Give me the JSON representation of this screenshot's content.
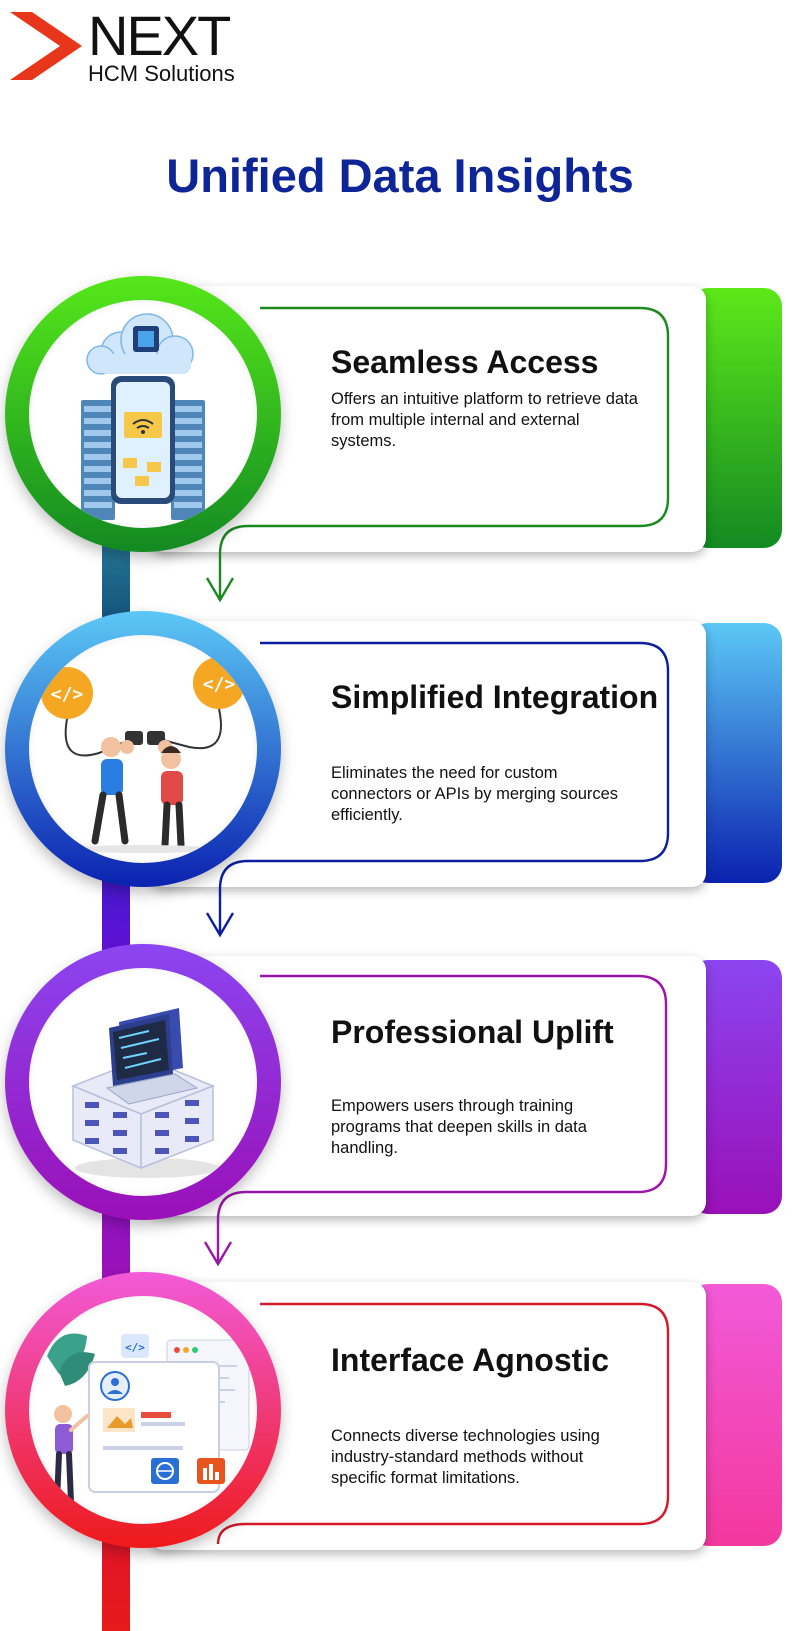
{
  "logo": {
    "wordmark": "NEXT",
    "subtitle": "HCM Solutions",
    "colors": {
      "chevron": "#e8361a",
      "text": "#111111"
    }
  },
  "page_title": "Unified Data Insights",
  "colors": {
    "title": "#0e2597",
    "timeline": [
      "#1a6f8f",
      "#5a0fd6",
      "#9b12c4",
      "#e0142b"
    ]
  },
  "steps": [
    {
      "title": "Seamless Access",
      "description": "Offers an intuitive platform to retrieve data from multiple internal and external systems.",
      "icon": "cloud-server-phone-icon",
      "outline_color": "#1a8a1f",
      "gradient": [
        "#55e81a",
        "#138a22"
      ]
    },
    {
      "title": "Simplified Integration",
      "description": "Eliminates the need for custom connectors or APIs by merging sources efficiently.",
      "icon": "plug-connect-people-icon",
      "outline_color": "#0d1f9e",
      "gradient": [
        "#5cc8f5",
        "#0b22b0"
      ]
    },
    {
      "title": "Professional Uplift",
      "description": "Empowers users through training programs that deepen skills in data handling.",
      "icon": "laptop-server-stack-icon",
      "outline_color": "#9a16a8",
      "gradient": [
        "#8b45f0",
        "#9a10b8"
      ]
    },
    {
      "title": "Interface Agnostic",
      "description": "Connects diverse technologies using industry-standard methods without specific format limitations.",
      "icon": "web-dashboard-user-icon",
      "outline_color": "#d21a2a",
      "gradient": [
        "#f25ad8",
        "#ee1a1a"
      ]
    }
  ]
}
